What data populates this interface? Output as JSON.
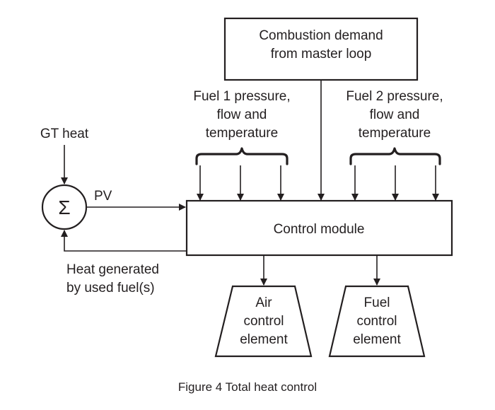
{
  "diagram": {
    "combustion_demand": [
      "Combustion demand",
      "from master loop"
    ],
    "fuel1": [
      "Fuel 1 pressure,",
      "flow and",
      "temperature"
    ],
    "fuel2": [
      "Fuel 2 pressure,",
      "flow and",
      "temperature"
    ],
    "gt_heat": "GT heat",
    "sum_symbol": "Σ",
    "pv": "PV",
    "control_module": "Control module",
    "heat_generated": [
      "Heat generated",
      "by used fuel(s)"
    ],
    "air_element": [
      "Air",
      "control",
      "element"
    ],
    "fuel_element": [
      "Fuel",
      "control",
      "element"
    ],
    "caption": "Figure 4 Total heat control"
  },
  "colors": {
    "ink": "#231f20",
    "background": "#ffffff"
  }
}
